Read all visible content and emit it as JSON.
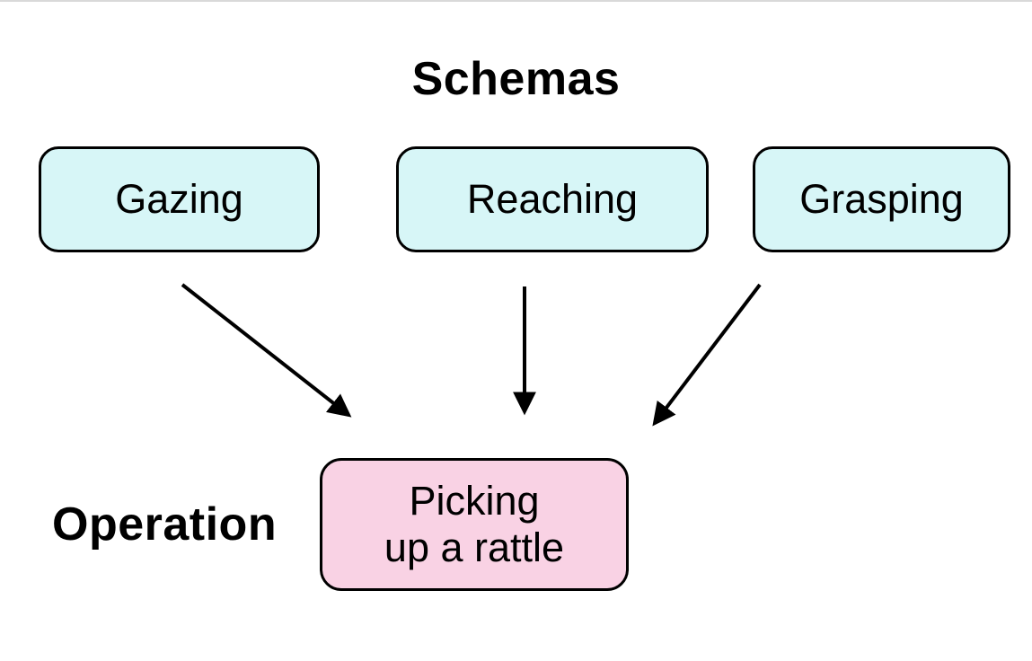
{
  "diagram": {
    "title": "Schemas",
    "schemas": {
      "boxes": [
        {
          "label": "Gazing"
        },
        {
          "label": "Reaching"
        },
        {
          "label": "Grasping"
        }
      ]
    },
    "operation": {
      "label": "Operation",
      "box": {
        "line1": "Picking",
        "line2": "up a rattle"
      }
    },
    "arrows": [
      {
        "from": "Gazing",
        "to": "Picking up a rattle"
      },
      {
        "from": "Reaching",
        "to": "Picking up a rattle"
      },
      {
        "from": "Grasping",
        "to": "Picking up a rattle"
      }
    ]
  },
  "colors": {
    "bg": "#ffffff",
    "ink": "#000000",
    "cyan": "#d7f6f7",
    "pink": "#f9d2e4",
    "rule": "#d9d9d9"
  }
}
